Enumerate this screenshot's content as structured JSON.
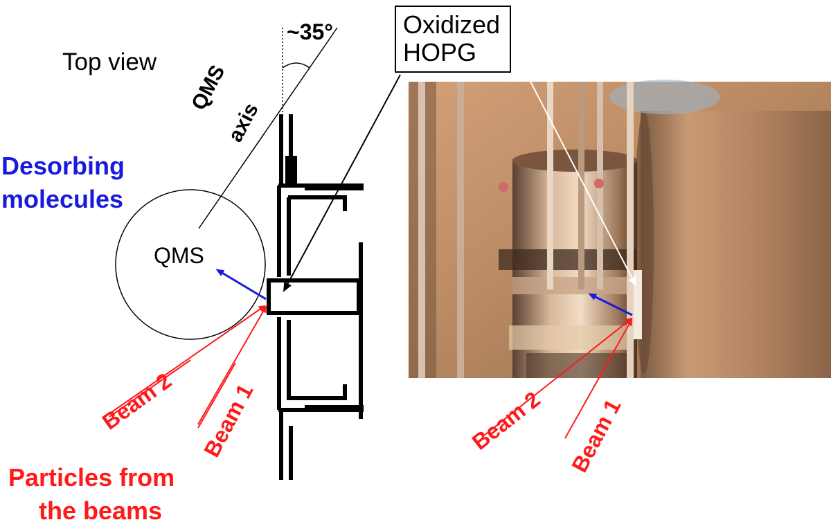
{
  "labels": {
    "top_view": "Top view",
    "angle": "~35°",
    "qms_axis_line1": "QMS",
    "qms_axis_line2": "axis",
    "desorbing_line1": "Desorbing",
    "desorbing_line2": "molecules",
    "qms": "QMS",
    "oxidized_line1": "Oxidized",
    "oxidized_line2": "HOPG",
    "beam2_left": "Beam 2",
    "beam1_left": "Beam 1",
    "particles_line1": "Particles from",
    "particles_line2": "the beams",
    "beam2_right": "Beam 2",
    "beam1_right": "Beam 1"
  },
  "colors": {
    "beam": "#ff1a1a",
    "desorption": "#1a1adc",
    "outline": "#000000"
  }
}
